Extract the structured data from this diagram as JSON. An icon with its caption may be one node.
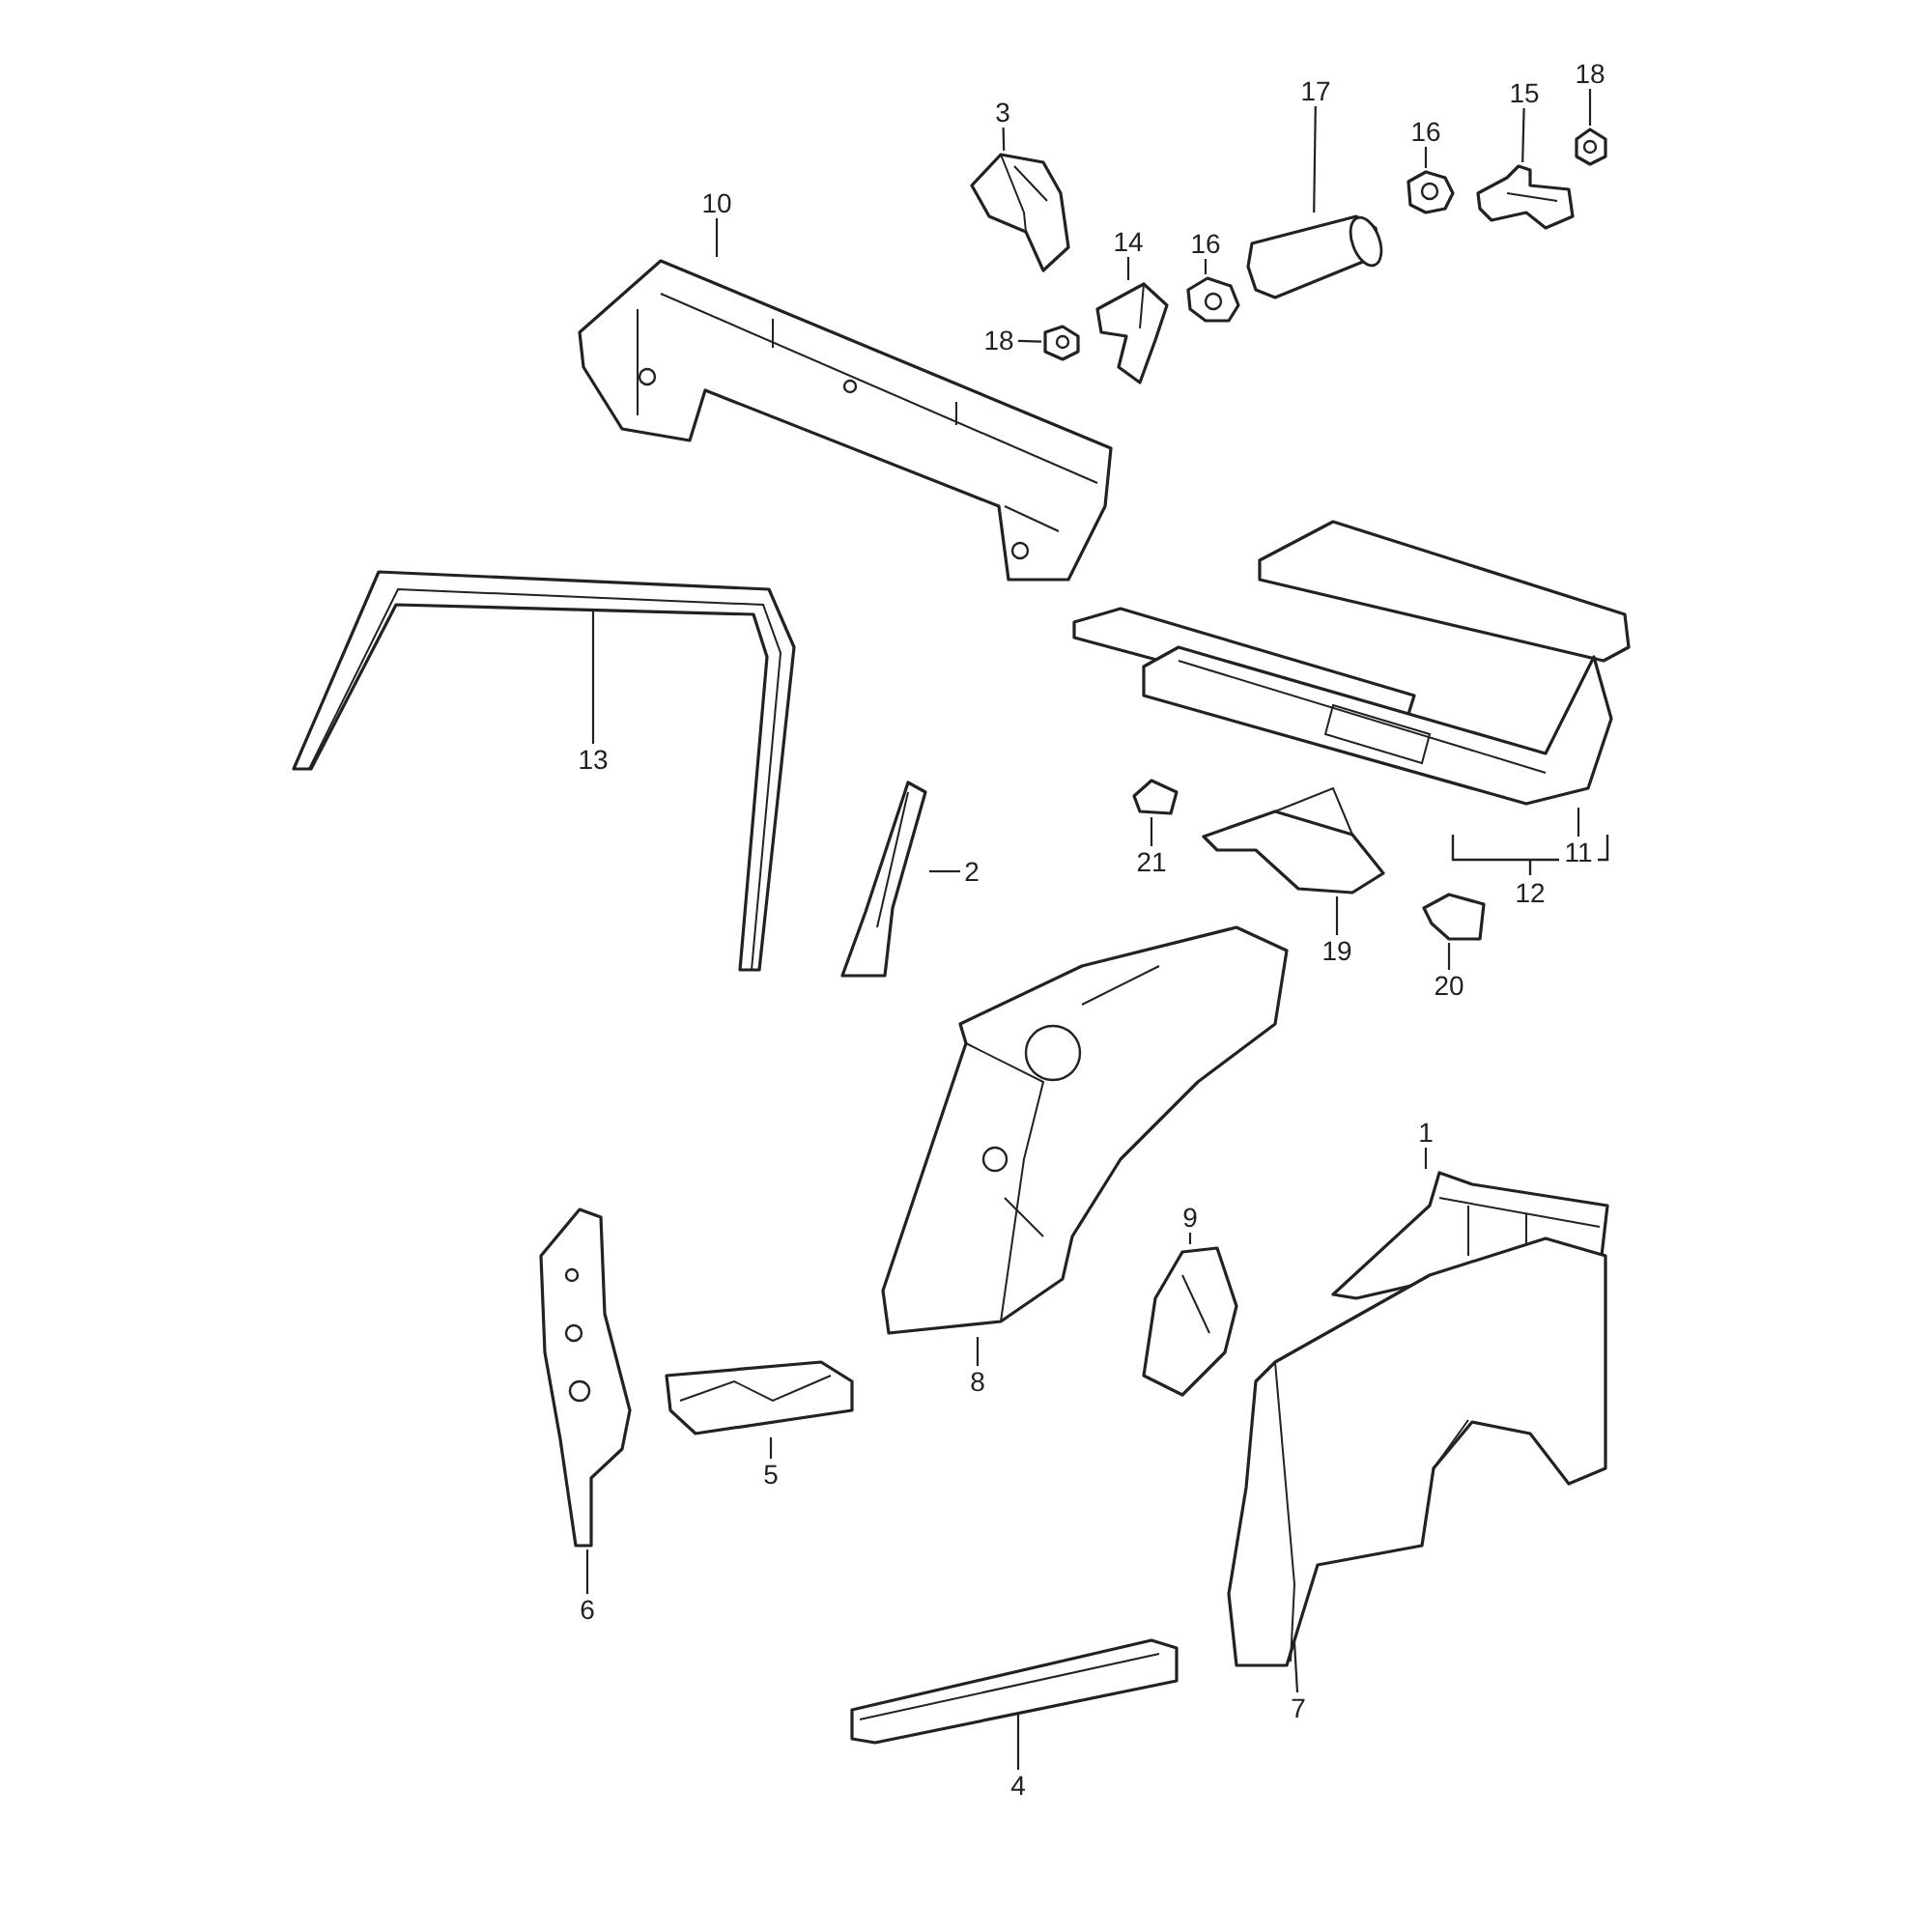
{
  "diagram": {
    "nodes": [
      {
        "text": [
          "18"
        ]
      },
      {
        "text": [],
        "shape": "picture"
      },
      {
        "text": [
          "15"
        ]
      },
      {
        "text": [],
        "shape": "picture"
      },
      {
        "text": [
          "17"
        ]
      },
      {
        "text": [],
        "shape": "picture"
      },
      {
        "text": [
          "3"
        ]
      },
      {
        "text": [],
        "shape": "picture"
      },
      {
        "text": [
          "16"
        ]
      },
      {
        "text": [],
        "shape": "picture"
      },
      {
        "text": [
          "10"
        ]
      },
      {
        "text": [],
        "shape": "picture"
      },
      {
        "text": [
          "14"
        ]
      },
      {
        "text": [],
        "shape": "picture"
      },
      {
        "text": [
          "16"
        ]
      },
      {
        "text": [],
        "shape": "picture"
      },
      {
        "text": [
          "18"
        ]
      },
      {
        "text": [],
        "shape": "picture"
      },
      {
        "text": [
          "13"
        ]
      },
      {
        "text": [],
        "shape": "picture"
      },
      {
        "text": [
          "11"
        ]
      },
      {
        "text": [],
        "shape": "picture"
      },
      {
        "text": [
          "21"
        ]
      },
      {
        "text": [],
        "shape": "picture"
      },
      {
        "text": [
          "2"
        ]
      },
      {
        "text": [],
        "shape": "picture"
      },
      {
        "text": [
          "19"
        ]
      },
      {
        "text": [],
        "shape": "picture"
      },
      {
        "text": [
          "20"
        ]
      },
      {
        "text": [],
        "shape": "picture"
      },
      {
        "text": [
          "1"
        ]
      },
      {
        "text": [],
        "shape": "picture"
      },
      {
        "text": [
          "9"
        ]
      },
      {
        "text": [],
        "shape": "picture"
      },
      {
        "text": [
          "8"
        ]
      },
      {
        "text": [],
        "shape": "picture"
      },
      {
        "text": [
          "5"
        ]
      },
      {
        "text": [],
        "shape": "picture"
      },
      {
        "text": [
          "6"
        ]
      },
      {
        "text": [],
        "shape": "picture"
      },
      {
        "text": [
          "7"
        ]
      },
      {
        "text": [],
        "shape": "picture"
      },
      {
        "text": [
          "4"
        ]
      },
      {
        "text": [],
        "shape": "picture"
      },
      {
        "text": [
          "12"
        ]
      }
    ],
    "edges": [
      {
        "from": 0,
        "to": 1,
        "arrow": "none"
      },
      {
        "from": 2,
        "to": 3,
        "arrow": "none"
      },
      {
        "from": 4,
        "to": 5,
        "arrow": "none"
      },
      {
        "from": 6,
        "to": 7,
        "arrow": "none"
      },
      {
        "from": 8,
        "to": 9,
        "arrow": "none"
      },
      {
        "from": 10,
        "to": 11,
        "arrow": "none"
      },
      {
        "from": 12,
        "to": 13,
        "arrow": "none"
      },
      {
        "from": 14,
        "to": 15,
        "arrow": "none"
      },
      {
        "from": 16,
        "to": 17,
        "arrow": "none"
      },
      {
        "from": 18,
        "to": 19,
        "arrow": "none"
      },
      {
        "from": 20,
        "to": 21,
        "arrow": "none"
      },
      {
        "from": 22,
        "to": 23,
        "arrow": "none"
      },
      {
        "from": 24,
        "to": 25,
        "arrow": "none"
      },
      {
        "from": 26,
        "to": 27,
        "arrow": "none"
      },
      {
        "from": 28,
        "to": 29,
        "arrow": "none"
      },
      {
        "from": 30,
        "to": 31,
        "arrow": "none"
      },
      {
        "from": 32,
        "to": 33,
        "arrow": "none"
      },
      {
        "from": 34,
        "to": 35,
        "arrow": "none"
      },
      {
        "from": 36,
        "to": 37,
        "arrow": "none"
      },
      {
        "from": 38,
        "to": 39,
        "arrow": "none"
      },
      {
        "from": 40,
        "to": 41,
        "arrow": "none"
      },
      {
        "from": 42,
        "to": 43,
        "arrow": "none"
      }
    ]
  }
}
